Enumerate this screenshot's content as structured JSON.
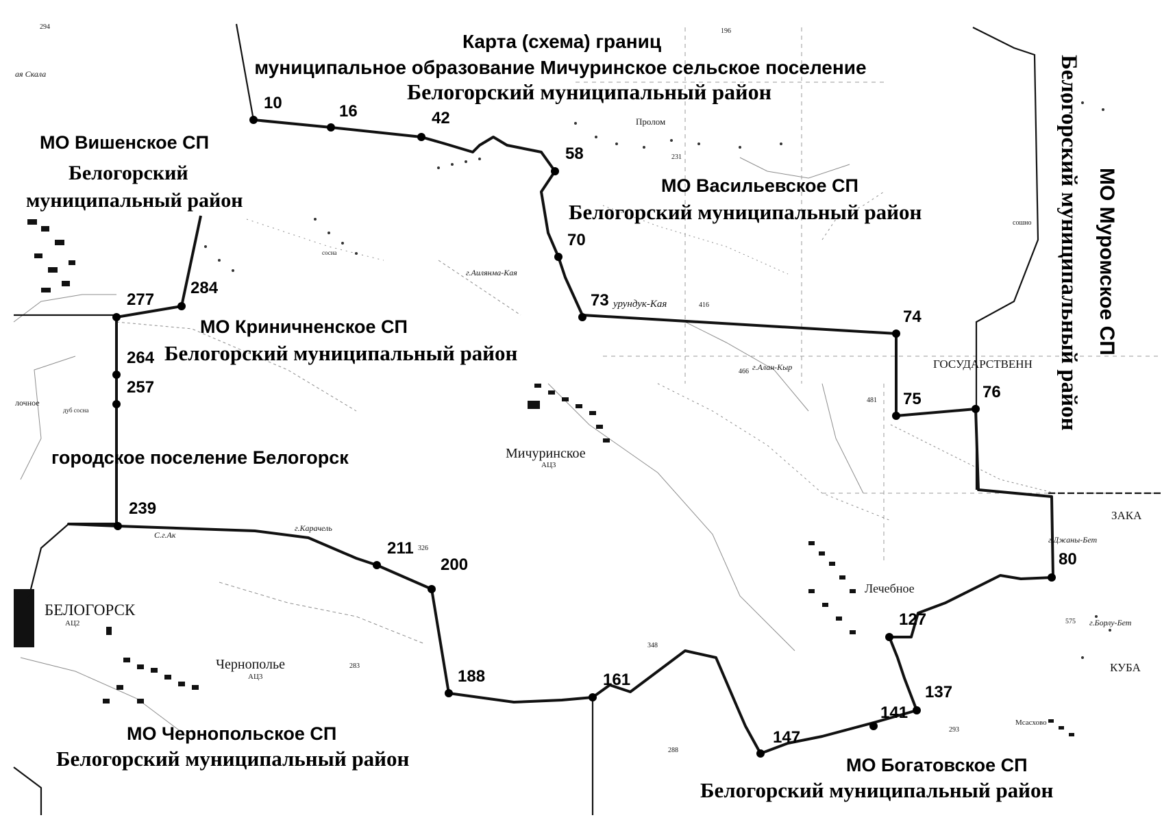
{
  "title": {
    "line1": "Карта (схема) границ",
    "line2": "муниципальное образование Мичуринское сельское поселение",
    "line3": "Белогорский муниципальный район"
  },
  "regions": {
    "vishenskoe": {
      "name": "МО Вишенское СП",
      "district_1": "Белогорский",
      "district_2": "муниципальный район"
    },
    "vasilevskoe": {
      "name": "МО Васильевское СП",
      "district": "Белогорский муниципальный район"
    },
    "krinichnenskoe": {
      "name": "МО Криничненское СП",
      "district": "Белогорский муниципальный район"
    },
    "belogorsk_gp": {
      "name": "городское поселение Белогорск"
    },
    "chernopolskoe": {
      "name": "МО Чернопольское СП",
      "district": "Белогорский муниципальный район"
    },
    "bogatovskoe": {
      "name": "МО Богатовское СП",
      "district": "Белогорский муниципальный район"
    },
    "muromskoe": {
      "name": "МО Муромское СП",
      "district": "Белогорский муниципальный район"
    }
  },
  "points": {
    "p10": "10",
    "p16": "16",
    "p42": "42",
    "p58": "58",
    "p70": "70",
    "p73": "73",
    "p74": "74",
    "p75": "75",
    "p76": "76",
    "p80": "80",
    "p127": "127",
    "p137": "137",
    "p141": "141",
    "p147": "147",
    "p161": "161",
    "p188": "188",
    "p200": "200",
    "p211": "211",
    "p239": "239",
    "p257": "257",
    "p264": "264",
    "p277": "277",
    "p284": "284"
  },
  "settlements": {
    "michurinskoe": "Мичуринское",
    "michurinskoe_code": "АЦ3",
    "belogorsk": "БЕЛОГОРСК",
    "belogorsk_code": "АЦ2",
    "chernopole": "Чернополье",
    "chernopole_code": "АЦ3",
    "lechebnoe": "Лечебное",
    "proloм": "Пролом",
    "meskhovo": "Мсасхово"
  },
  "map_labels": {
    "ailyanma": "г.Аилянма-Кая",
    "burunduk": "урундук-Кая",
    "alan_kyr": "г.Алан-Кыр",
    "karachel": "г.Карачель",
    "ak": "С.г.Ак",
    "dzhanyk": "г.Джаны-Бет",
    "borlu": "г.Борлу-Бет",
    "gosudarstv": "ГОСУДАРСТВЕНН",
    "zaka": "ЗАКА",
    "kuba": "КУБА",
    "skala": "ая Скала",
    "lochnoe": "лочное",
    "sosna": "сосна",
    "dub_sosna": "дуб сосна",
    "soshno": "сошно",
    "h294": "294",
    "h196": "196",
    "h231": "231",
    "h416": "416",
    "h466": "466",
    "h481": "481",
    "h326": "326",
    "h348": "348",
    "h283": "283",
    "h288": "288",
    "h293": "293",
    "h575": "575"
  },
  "colors": {
    "boundary": "#111111",
    "ink": "#000000",
    "background": "#ffffff",
    "grid": "#9a9a9a"
  }
}
